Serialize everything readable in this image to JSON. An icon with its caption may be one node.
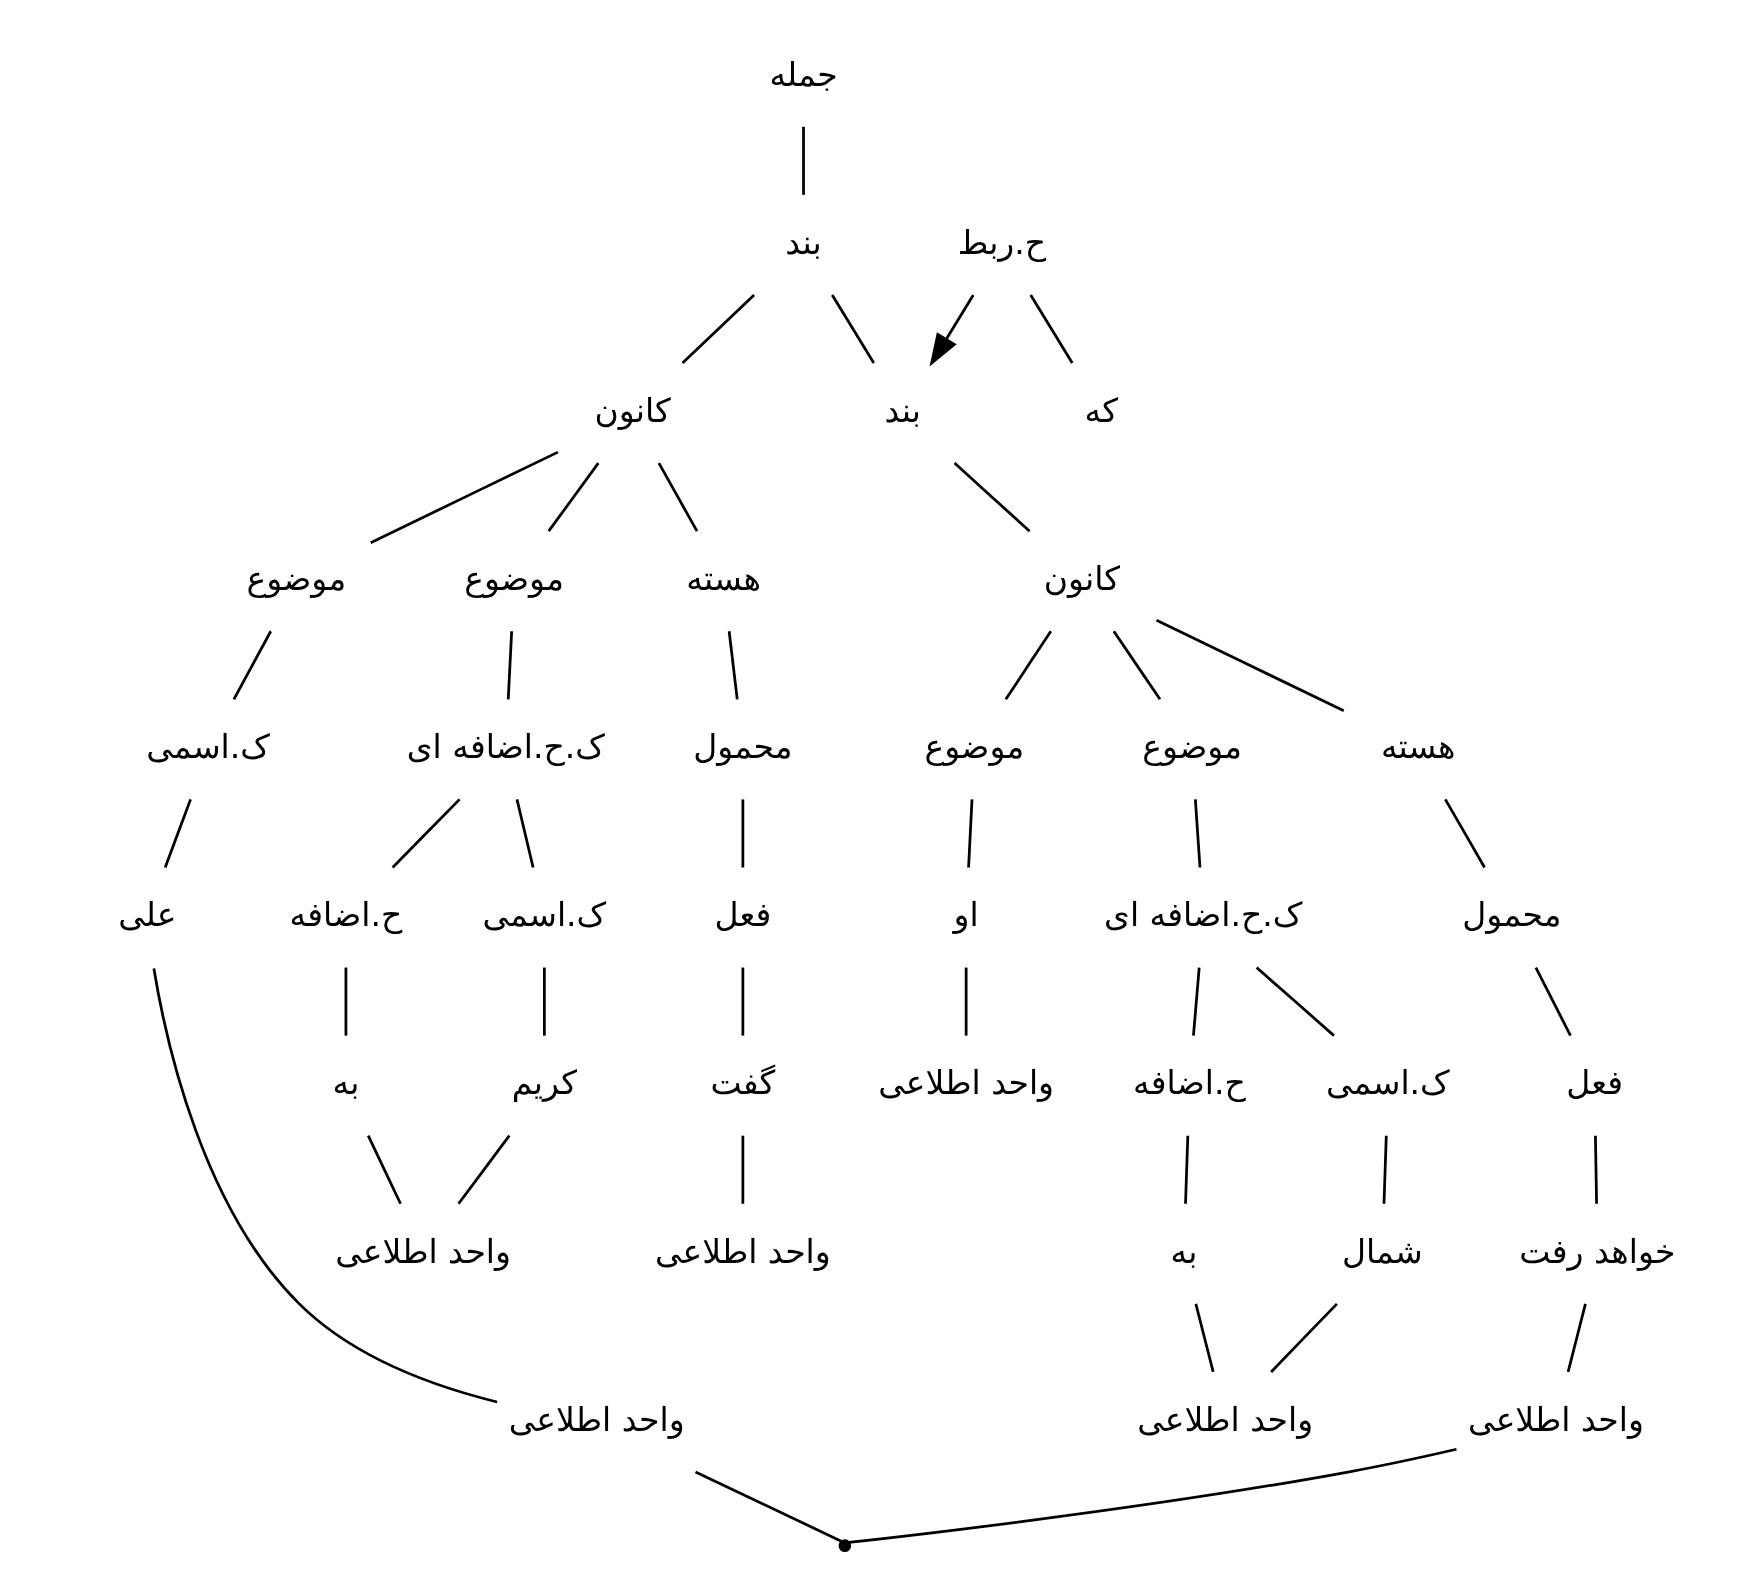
{
  "diagram": {
    "nodes": [
      {
        "text": [
          "جمله"
        ]
      },
      {
        "text": [
          "بند"
        ]
      },
      {
        "text": [
          "کانون"
        ]
      },
      {
        "text": [
          "موضوع"
        ]
      },
      {
        "text": [
          "ک.اسمی"
        ]
      },
      {
        "text": [
          "علی"
        ]
      },
      {
        "text": [
          "واحد اطلاعی"
        ]
      },
      {
        "text": [
          "موضوع"
        ]
      },
      {
        "text": [
          "ک.ح.اضافه ای"
        ]
      },
      {
        "text": [
          "ح.اضافه"
        ]
      },
      {
        "text": [
          "به"
        ]
      },
      {
        "text": [
          "ک.اسمی"
        ]
      },
      {
        "text": [
          "کریم"
        ]
      },
      {
        "text": [
          "واحد اطلاعی"
        ]
      },
      {
        "text": [
          "هسته"
        ]
      },
      {
        "text": [
          "محمول"
        ]
      },
      {
        "text": [
          "فعل"
        ]
      },
      {
        "text": [
          "گفت"
        ]
      },
      {
        "text": [
          "واحد اطلاعی"
        ]
      },
      {
        "text": [
          "ح.ربط"
        ]
      },
      {
        "text": [
          "که"
        ]
      },
      {
        "text": [
          "بند"
        ]
      },
      {
        "text": [
          "کانون"
        ]
      },
      {
        "text": [
          "موضوع"
        ]
      },
      {
        "text": [
          "او"
        ]
      },
      {
        "text": [
          "واحد اطلاعی"
        ]
      },
      {
        "text": [
          "موضوع"
        ]
      },
      {
        "text": [
          "ک.ح.اضافه ای"
        ]
      },
      {
        "text": [
          "ح.اضافه"
        ]
      },
      {
        "text": [
          "به"
        ]
      },
      {
        "text": [
          "ک.اسمی"
        ]
      },
      {
        "text": [
          "شمال"
        ]
      },
      {
        "text": [
          "واحد اطلاعی"
        ]
      },
      {
        "text": [
          "هسته"
        ]
      },
      {
        "text": [
          "محمول"
        ]
      },
      {
        "text": [
          "فعل"
        ]
      },
      {
        "text": [
          "خواهد رفت"
        ]
      },
      {
        "text": [
          "واحد اطلاعی"
        ]
      },
      {
        "text": [],
        "shape": "point"
      }
    ],
    "edges": [
      {
        "from": 0,
        "to": 1,
        "arrow": "none"
      },
      {
        "from": 1,
        "to": 2,
        "arrow": "none"
      },
      {
        "from": 1,
        "to": 21,
        "arrow": "none"
      },
      {
        "from": 2,
        "to": 3,
        "arrow": "none"
      },
      {
        "from": 2,
        "to": 7,
        "arrow": "none"
      },
      {
        "from": 2,
        "to": 14,
        "arrow": "none"
      },
      {
        "from": 3,
        "to": 4,
        "arrow": "none"
      },
      {
        "from": 4,
        "to": 5,
        "arrow": "none"
      },
      {
        "from": 5,
        "to": 6,
        "arrow": "none"
      },
      {
        "from": 7,
        "to": 8,
        "arrow": "none"
      },
      {
        "from": 8,
        "to": 9,
        "arrow": "none"
      },
      {
        "from": 8,
        "to": 11,
        "arrow": "none"
      },
      {
        "from": 9,
        "to": 10,
        "arrow": "none"
      },
      {
        "from": 11,
        "to": 12,
        "arrow": "none"
      },
      {
        "from": 10,
        "to": 13,
        "arrow": "none"
      },
      {
        "from": 12,
        "to": 13,
        "arrow": "none"
      },
      {
        "from": 14,
        "to": 15,
        "arrow": "none"
      },
      {
        "from": 15,
        "to": 16,
        "arrow": "none"
      },
      {
        "from": 16,
        "to": 17,
        "arrow": "none"
      },
      {
        "from": 17,
        "to": 18,
        "arrow": "none"
      },
      {
        "from": 19,
        "to": 21,
        "arrow": "to"
      },
      {
        "from": 19,
        "to": 20,
        "arrow": "none"
      },
      {
        "from": 21,
        "to": 22,
        "arrow": "none"
      },
      {
        "from": 22,
        "to": 23,
        "arrow": "none"
      },
      {
        "from": 22,
        "to": 26,
        "arrow": "none"
      },
      {
        "from": 22,
        "to": 33,
        "arrow": "none"
      },
      {
        "from": 23,
        "to": 24,
        "arrow": "none"
      },
      {
        "from": 24,
        "to": 25,
        "arrow": "none"
      },
      {
        "from": 26,
        "to": 27,
        "arrow": "none"
      },
      {
        "from": 27,
        "to": 28,
        "arrow": "none"
      },
      {
        "from": 27,
        "to": 30,
        "arrow": "none"
      },
      {
        "from": 28,
        "to": 29,
        "arrow": "none"
      },
      {
        "from": 30,
        "to": 31,
        "arrow": "none"
      },
      {
        "from": 29,
        "to": 32,
        "arrow": "none"
      },
      {
        "from": 31,
        "to": 32,
        "arrow": "none"
      },
      {
        "from": 33,
        "to": 34,
        "arrow": "none"
      },
      {
        "from": 34,
        "to": 35,
        "arrow": "none"
      },
      {
        "from": 35,
        "to": 36,
        "arrow": "none"
      },
      {
        "from": 36,
        "to": 37,
        "arrow": "none"
      },
      {
        "from": 6,
        "to": 38,
        "arrow": "none"
      },
      {
        "from": 37,
        "to": 38,
        "arrow": "none"
      }
    ]
  }
}
